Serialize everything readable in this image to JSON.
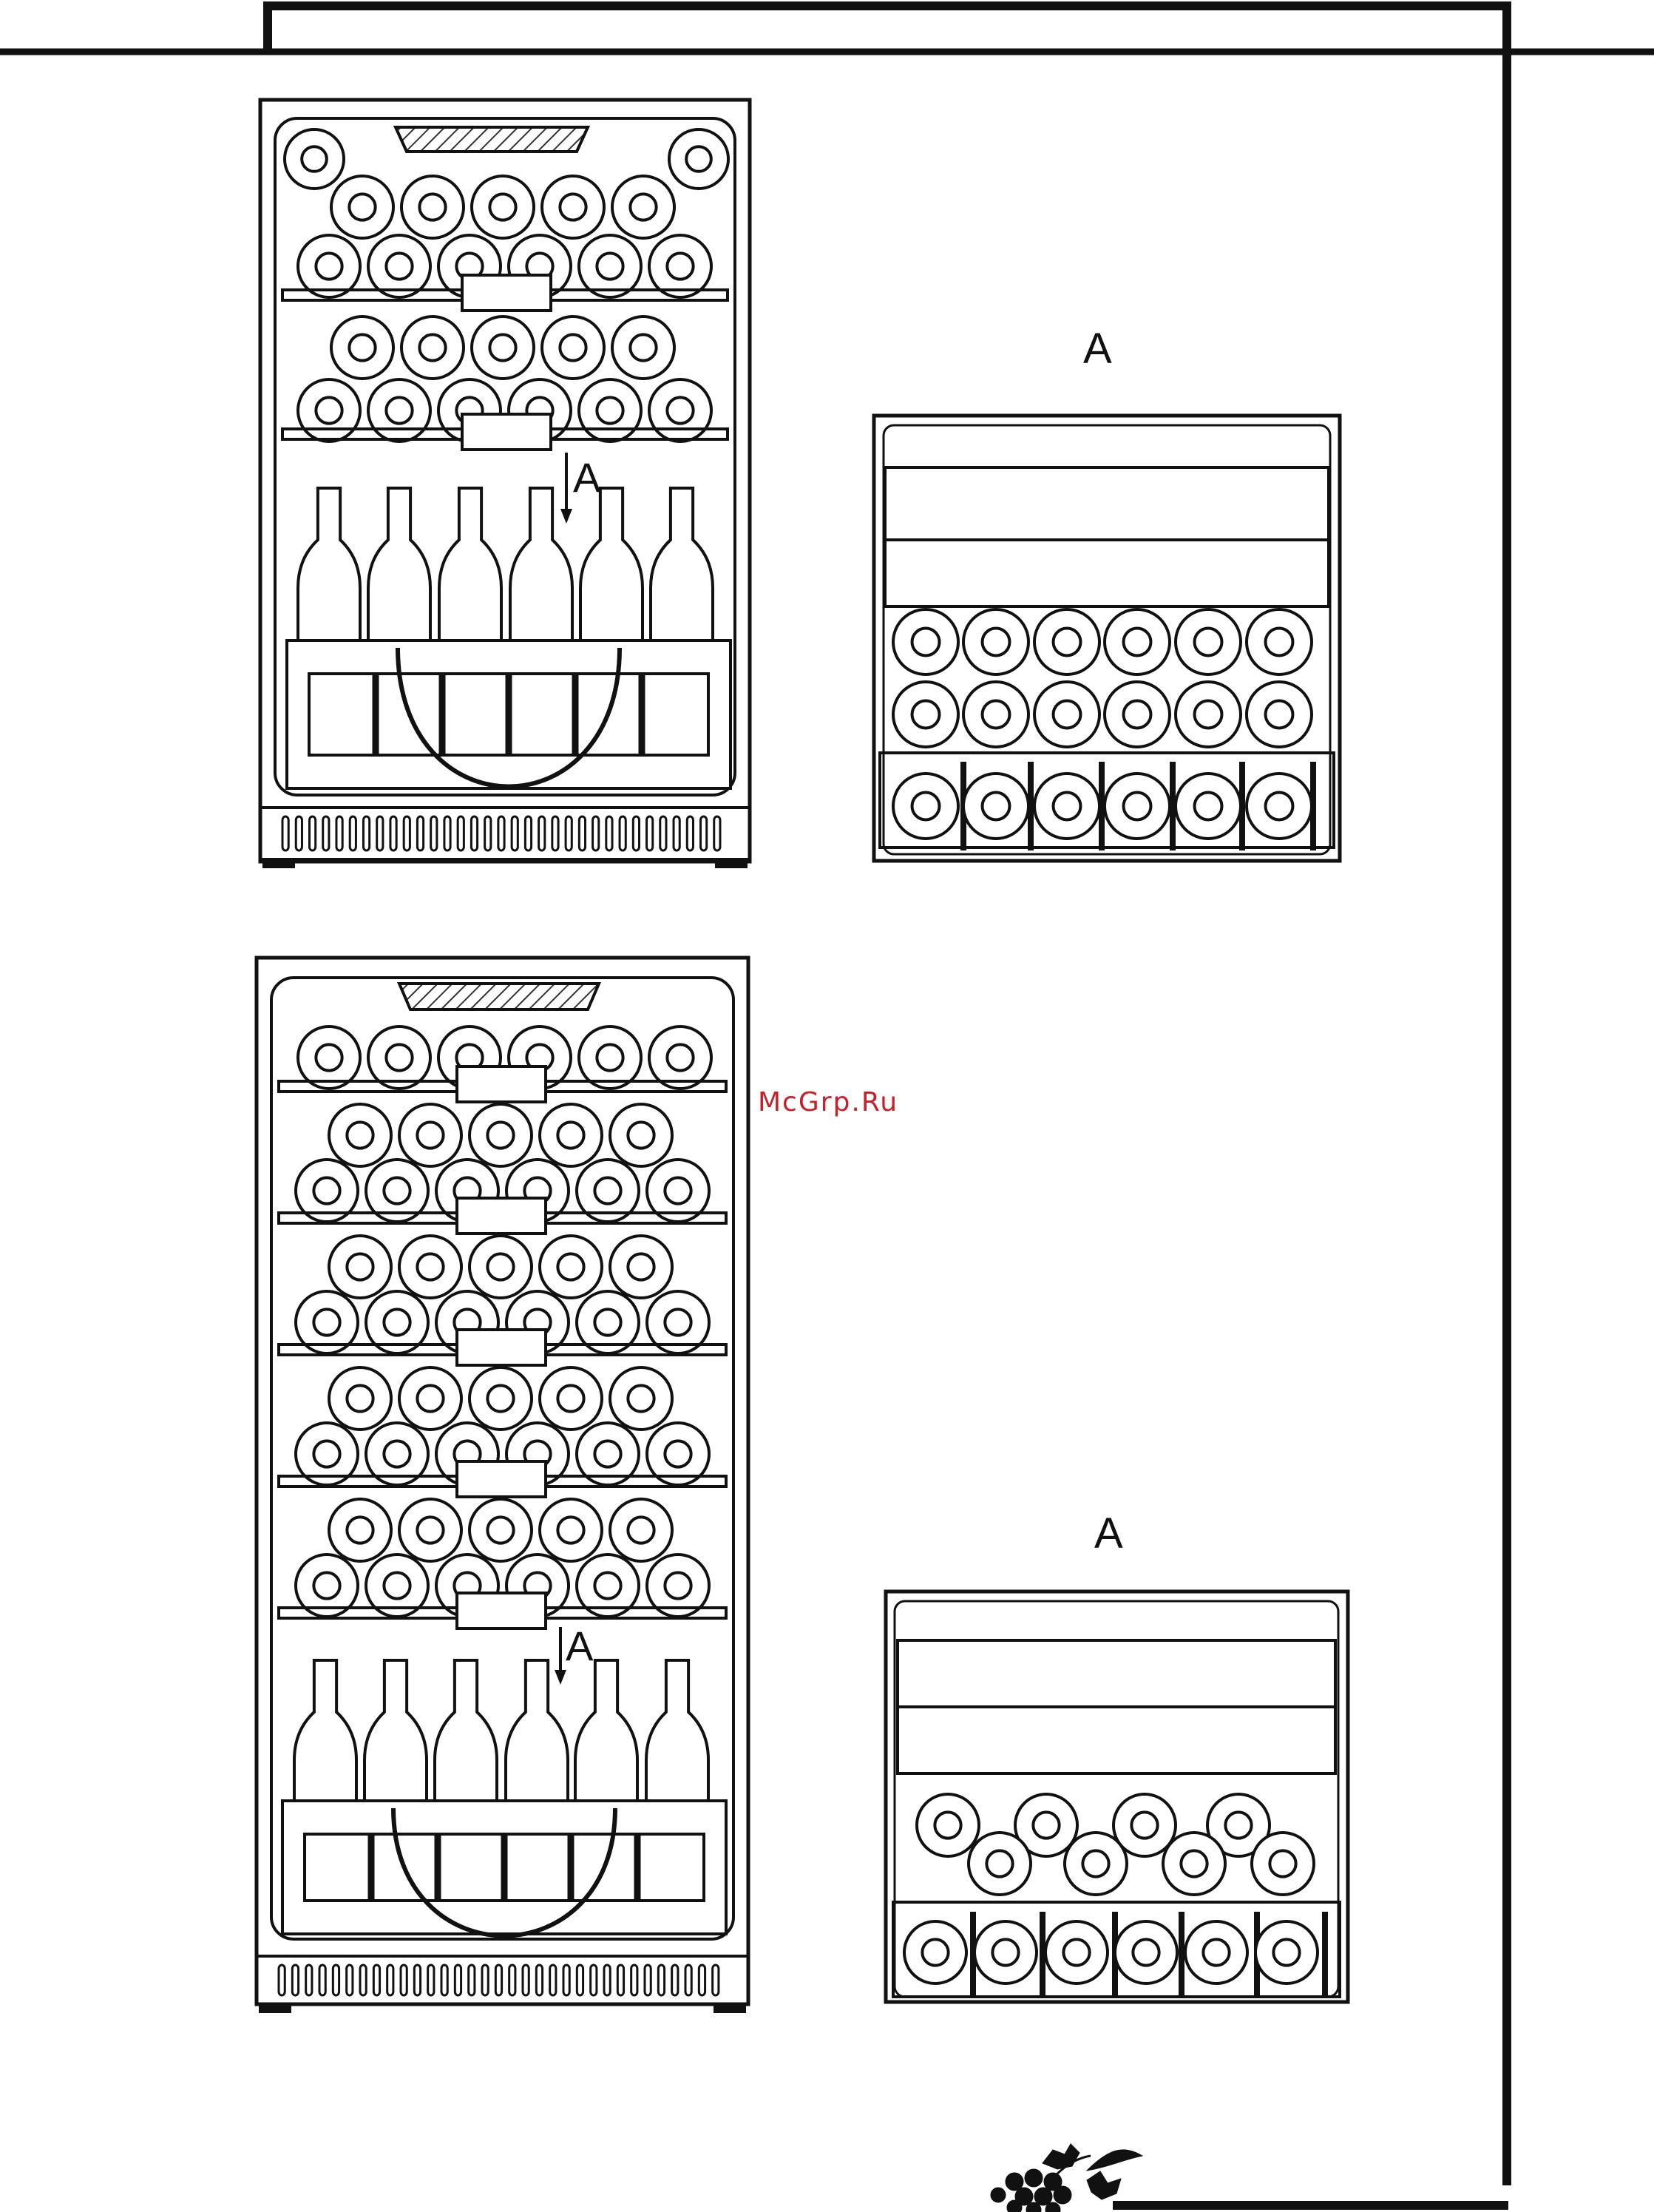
{
  "labels": {
    "detail_marker_top": "A",
    "detail_marker_bottom": "A",
    "cabinet_marker_top": "A",
    "cabinet_marker_bottom": "A"
  },
  "watermark": "McGrp.Ru",
  "icons": [
    "grape-vine-logo",
    "arrow-down-icon"
  ],
  "colors": {
    "line": "#111111",
    "watermark": "#c8202a",
    "hatch": "#333333"
  }
}
